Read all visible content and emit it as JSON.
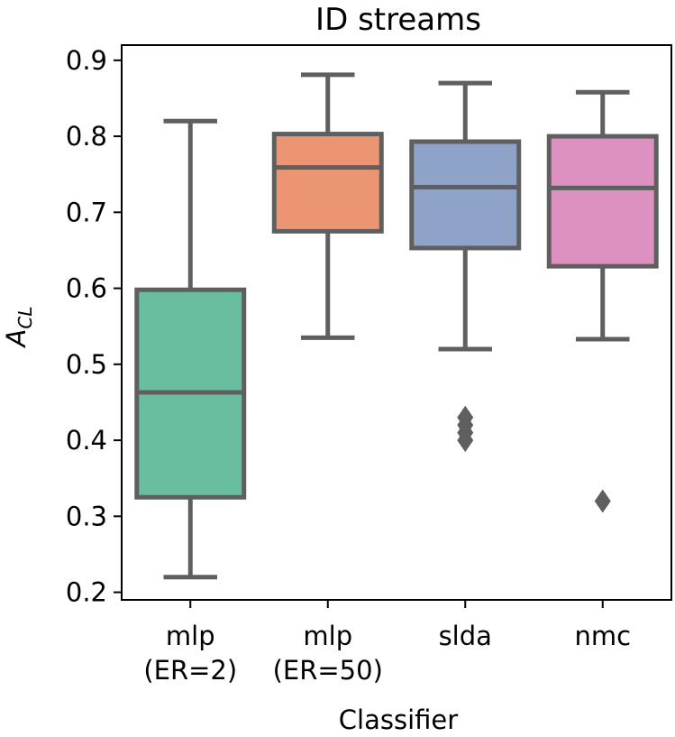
{
  "chart_data": {
    "type": "box",
    "title": "ID streams",
    "xlabel": "Classifier",
    "ylabel_main": "A",
    "ylabel_sub": "CL",
    "ylim": [
      0.19,
      0.92
    ],
    "yticks": [
      "0.2",
      "0.3",
      "0.4",
      "0.5",
      "0.6",
      "0.7",
      "0.8",
      "0.9"
    ],
    "grid": false,
    "line_color": "#5f5f5f",
    "boxes": [
      {
        "label_lines": [
          "mlp",
          "(ER=2)"
        ],
        "color": "#6abea0",
        "whisker_low": 0.22,
        "q1": 0.325,
        "median": 0.463,
        "q3": 0.598,
        "whisker_high": 0.82,
        "outliers": []
      },
      {
        "label_lines": [
          "mlp",
          "(ER=50)"
        ],
        "color": "#eb9572",
        "whisker_low": 0.535,
        "q1": 0.675,
        "median": 0.759,
        "q3": 0.803,
        "whisker_high": 0.881,
        "outliers": []
      },
      {
        "label_lines": [
          "slda"
        ],
        "color": "#8fa2c7",
        "whisker_low": 0.52,
        "q1": 0.653,
        "median": 0.733,
        "q3": 0.793,
        "whisker_high": 0.87,
        "outliers": [
          0.43,
          0.42,
          0.41,
          0.4
        ]
      },
      {
        "label_lines": [
          "nmc"
        ],
        "color": "#dd91c0",
        "whisker_low": 0.533,
        "q1": 0.629,
        "median": 0.732,
        "q3": 0.8,
        "whisker_high": 0.858,
        "outliers": [
          0.32
        ]
      }
    ]
  }
}
